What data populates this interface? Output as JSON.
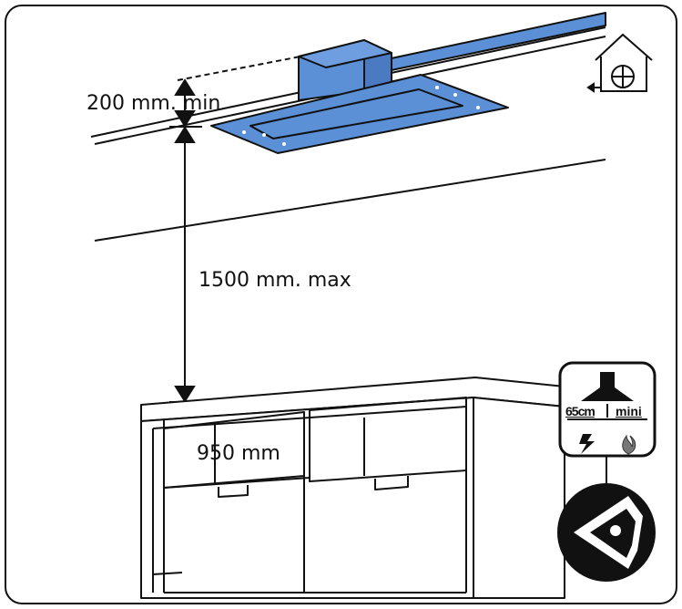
{
  "dimensions": {
    "ceiling_gap": "200 mm. min",
    "max_height": "1500 mm. max",
    "counter_height": "950 mm"
  },
  "hob_badge": {
    "distance": "65cm",
    "qualifier": "mini"
  },
  "colors": {
    "hood_blue": "#5b8fd6",
    "line": "#111111",
    "badge_black": "#111111"
  },
  "icons": [
    "house-fan-icon",
    "hood-distance-icon",
    "electric-bolt-icon",
    "gas-flame-icon",
    "eye-view-icon"
  ]
}
